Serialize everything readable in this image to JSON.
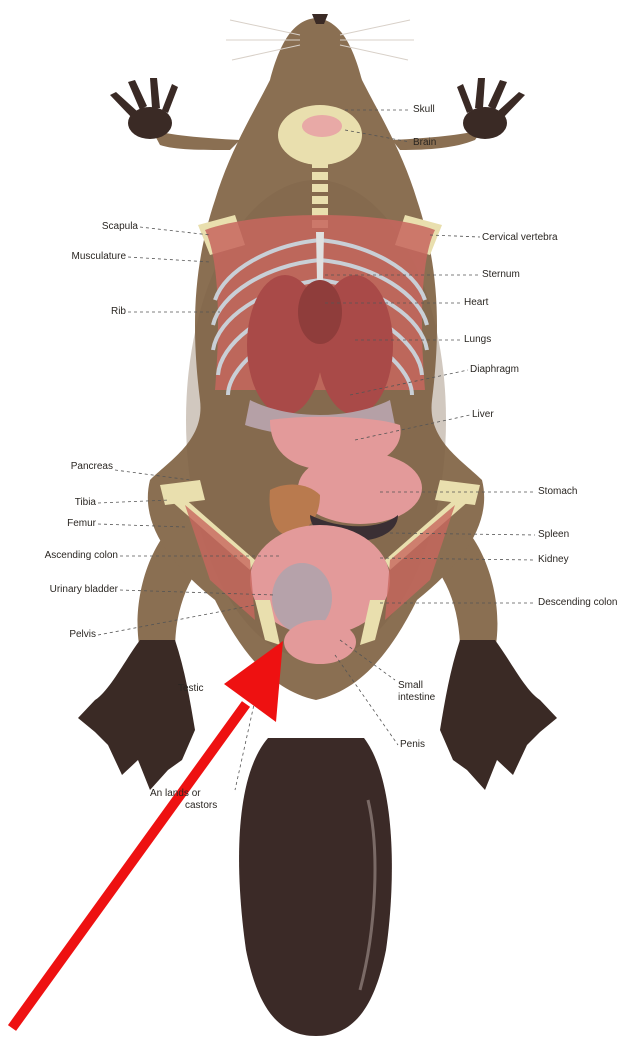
{
  "colors": {
    "fur": "#8a6f52",
    "fur_shade": "#6e5740",
    "feet": "#3a2a25",
    "tail": "#3b2a27",
    "bone": "#e9dfae",
    "muscle": "#c7665e",
    "organ": "#a94a48",
    "stomach": "#e39a9a",
    "arrow": "#ee1111"
  },
  "labels": {
    "skull": "Skull",
    "brain": "Brain",
    "scapula": "Scapula",
    "cervical_vertebra": "Cervical vertebra",
    "musculature": "Musculature",
    "sternum": "Sternum",
    "heart": "Heart",
    "rib": "Rib",
    "lungs": "Lungs",
    "diaphragm": "Diaphragm",
    "liver": "Liver",
    "pancreas": "Pancreas",
    "stomach": "Stomach",
    "tibia": "Tibia",
    "femur": "Femur",
    "spleen": "Spleen",
    "ascending_colon": "Ascending colon",
    "kidney": "Kidney",
    "urinary_bladder": "Urinary bladder",
    "descending_colon": "Descending colon",
    "pelvis": "Pelvis",
    "testicles": "Testic",
    "small_intestine_1": "Small",
    "small_intestine_2": "intestine",
    "penis": "Penis",
    "anal_glands_1": "An   lands or",
    "anal_glands_2": "castors"
  }
}
